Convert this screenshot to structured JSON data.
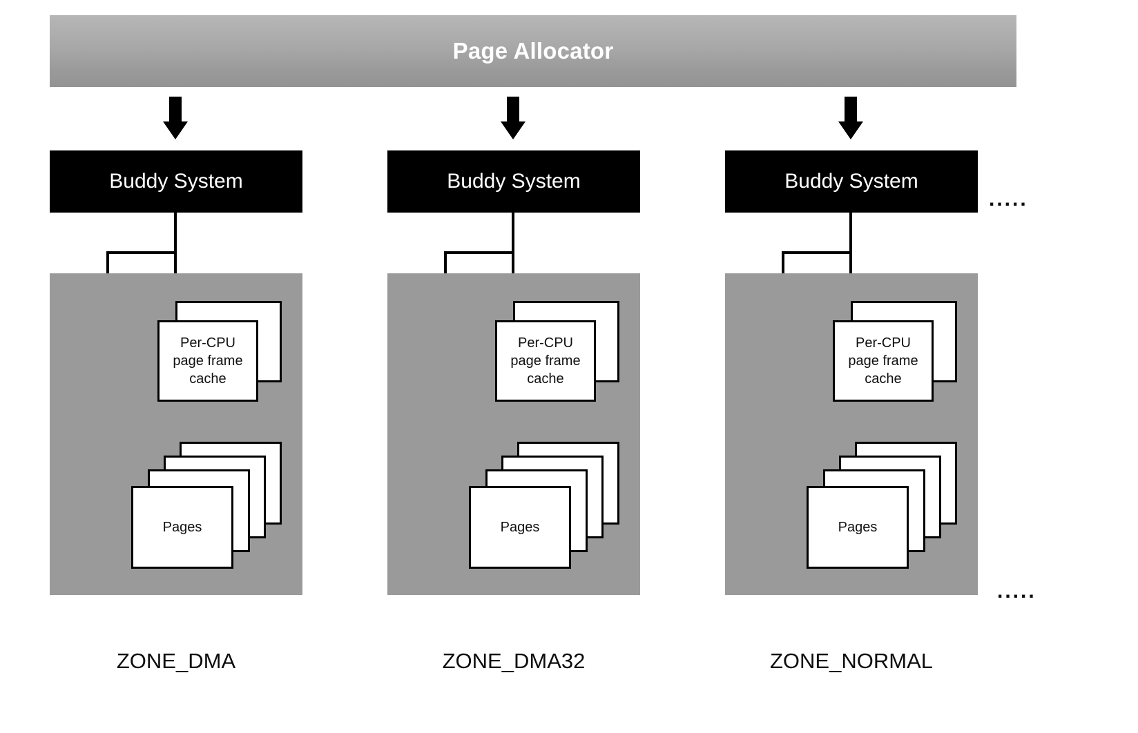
{
  "diagram": {
    "title": "Page Allocator",
    "title_color": "#ffffff",
    "banner_color": "#a8a8a8",
    "zone_color": "#9a9a9a",
    "box_color": "#000000",
    "ellipsis_right_top": ".....",
    "ellipsis_right_bottom": "....."
  },
  "columns": [
    {
      "buddy_label": "Buddy System",
      "zone_label": "ZONE_DMA",
      "percpu_label_line1": "Per-CPU",
      "percpu_label_line2": "page frame",
      "percpu_label_line3": "cache",
      "pages_label": "Pages",
      "percpu_sheet_count": 2,
      "pages_sheet_count": 4
    },
    {
      "buddy_label": "Buddy System",
      "zone_label": "ZONE_DMA32",
      "percpu_label_line1": "Per-CPU",
      "percpu_label_line2": "page frame",
      "percpu_label_line3": "cache",
      "pages_label": "Pages",
      "percpu_sheet_count": 2,
      "pages_sheet_count": 4
    },
    {
      "buddy_label": "Buddy System",
      "zone_label": "ZONE_NORMAL",
      "percpu_label_line1": "Per-CPU",
      "percpu_label_line2": "page frame",
      "percpu_label_line3": "cache",
      "pages_label": "Pages",
      "percpu_sheet_count": 2,
      "pages_sheet_count": 4
    }
  ]
}
